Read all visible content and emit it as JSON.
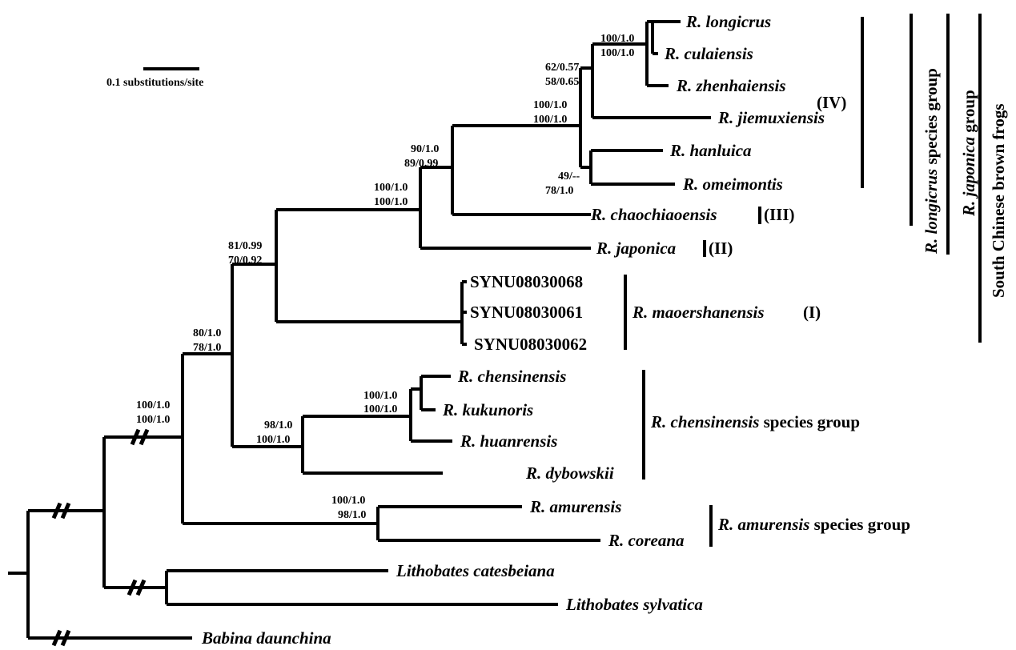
{
  "scale_bar": {
    "label": "0.1 substitutions/site"
  },
  "taxa": {
    "longicrus": "R. longicrus",
    "culaiensis": "R. culaiensis",
    "zhenhaiensis": "R. zhenhaiensis",
    "jiemuxiensis": "R. jiemuxiensis",
    "hanluica": "R. hanluica",
    "omeimontis": "R. omeimontis",
    "chaochiaoensis": "R. chaochiaoensis",
    "japonica": "R. japonica",
    "synu068": "SYNU08030068",
    "synu061": "SYNU08030061",
    "synu062": "SYNU08030062",
    "chensinensis": "R. chensinensis",
    "kukunoris": "R. kukunoris",
    "huanrensis": "R. huanrensis",
    "dybowskii": "R. dybowskii",
    "amurensis": "R. amurensis",
    "coreana": "R. coreana",
    "catesbeiana": "Lithobates catesbeiana",
    "sylvatica": "Lithobates sylvatica",
    "babina": "Babina daunchina"
  },
  "support": {
    "longicrus_culai": [
      "100/1.0",
      "100/1.0"
    ],
    "zhen_group": [
      "62/0.57",
      "58/0.65"
    ],
    "group_iv": [
      "100/1.0",
      "100/1.0"
    ],
    "hanluica_omei": [
      "49/--",
      "78/1.0"
    ],
    "iv_iii": [
      "90/1.0",
      "89/0.99"
    ],
    "japonica_node": [
      "100/1.0",
      "100/1.0"
    ],
    "longicrus_sg": [
      "81/0.99",
      "70/0.92"
    ],
    "brown_frogs": [
      "80/1.0",
      "78/1.0"
    ],
    "chensinensis_sg": [
      "98/1.0",
      "100/1.0"
    ],
    "chens_kuku": [
      "100/1.0",
      "100/1.0"
    ],
    "amurensis_sg": [
      "100/1.0",
      "98/1.0"
    ],
    "root_rana": [
      "100/1.0",
      "100/1.0"
    ]
  },
  "clades": {
    "iv": "(IV)",
    "iii": "(III)",
    "ii": "(II)",
    "maoershanensis": "R. maoershanensis",
    "i": "(I)",
    "chensinensis_group_italic": "R. chensinensis",
    "chensinensis_group_rest": "species group",
    "amurensis_group_italic": "R. amurensis",
    "amurensis_group_rest": "species group",
    "longicrus_group_italic": "R. longicrus",
    "longicrus_group_rest": "species group",
    "japonica_group_italic": "R. japonica",
    "japonica_group_rest": "group",
    "south_chinese": "South Chinese brown frogs"
  }
}
